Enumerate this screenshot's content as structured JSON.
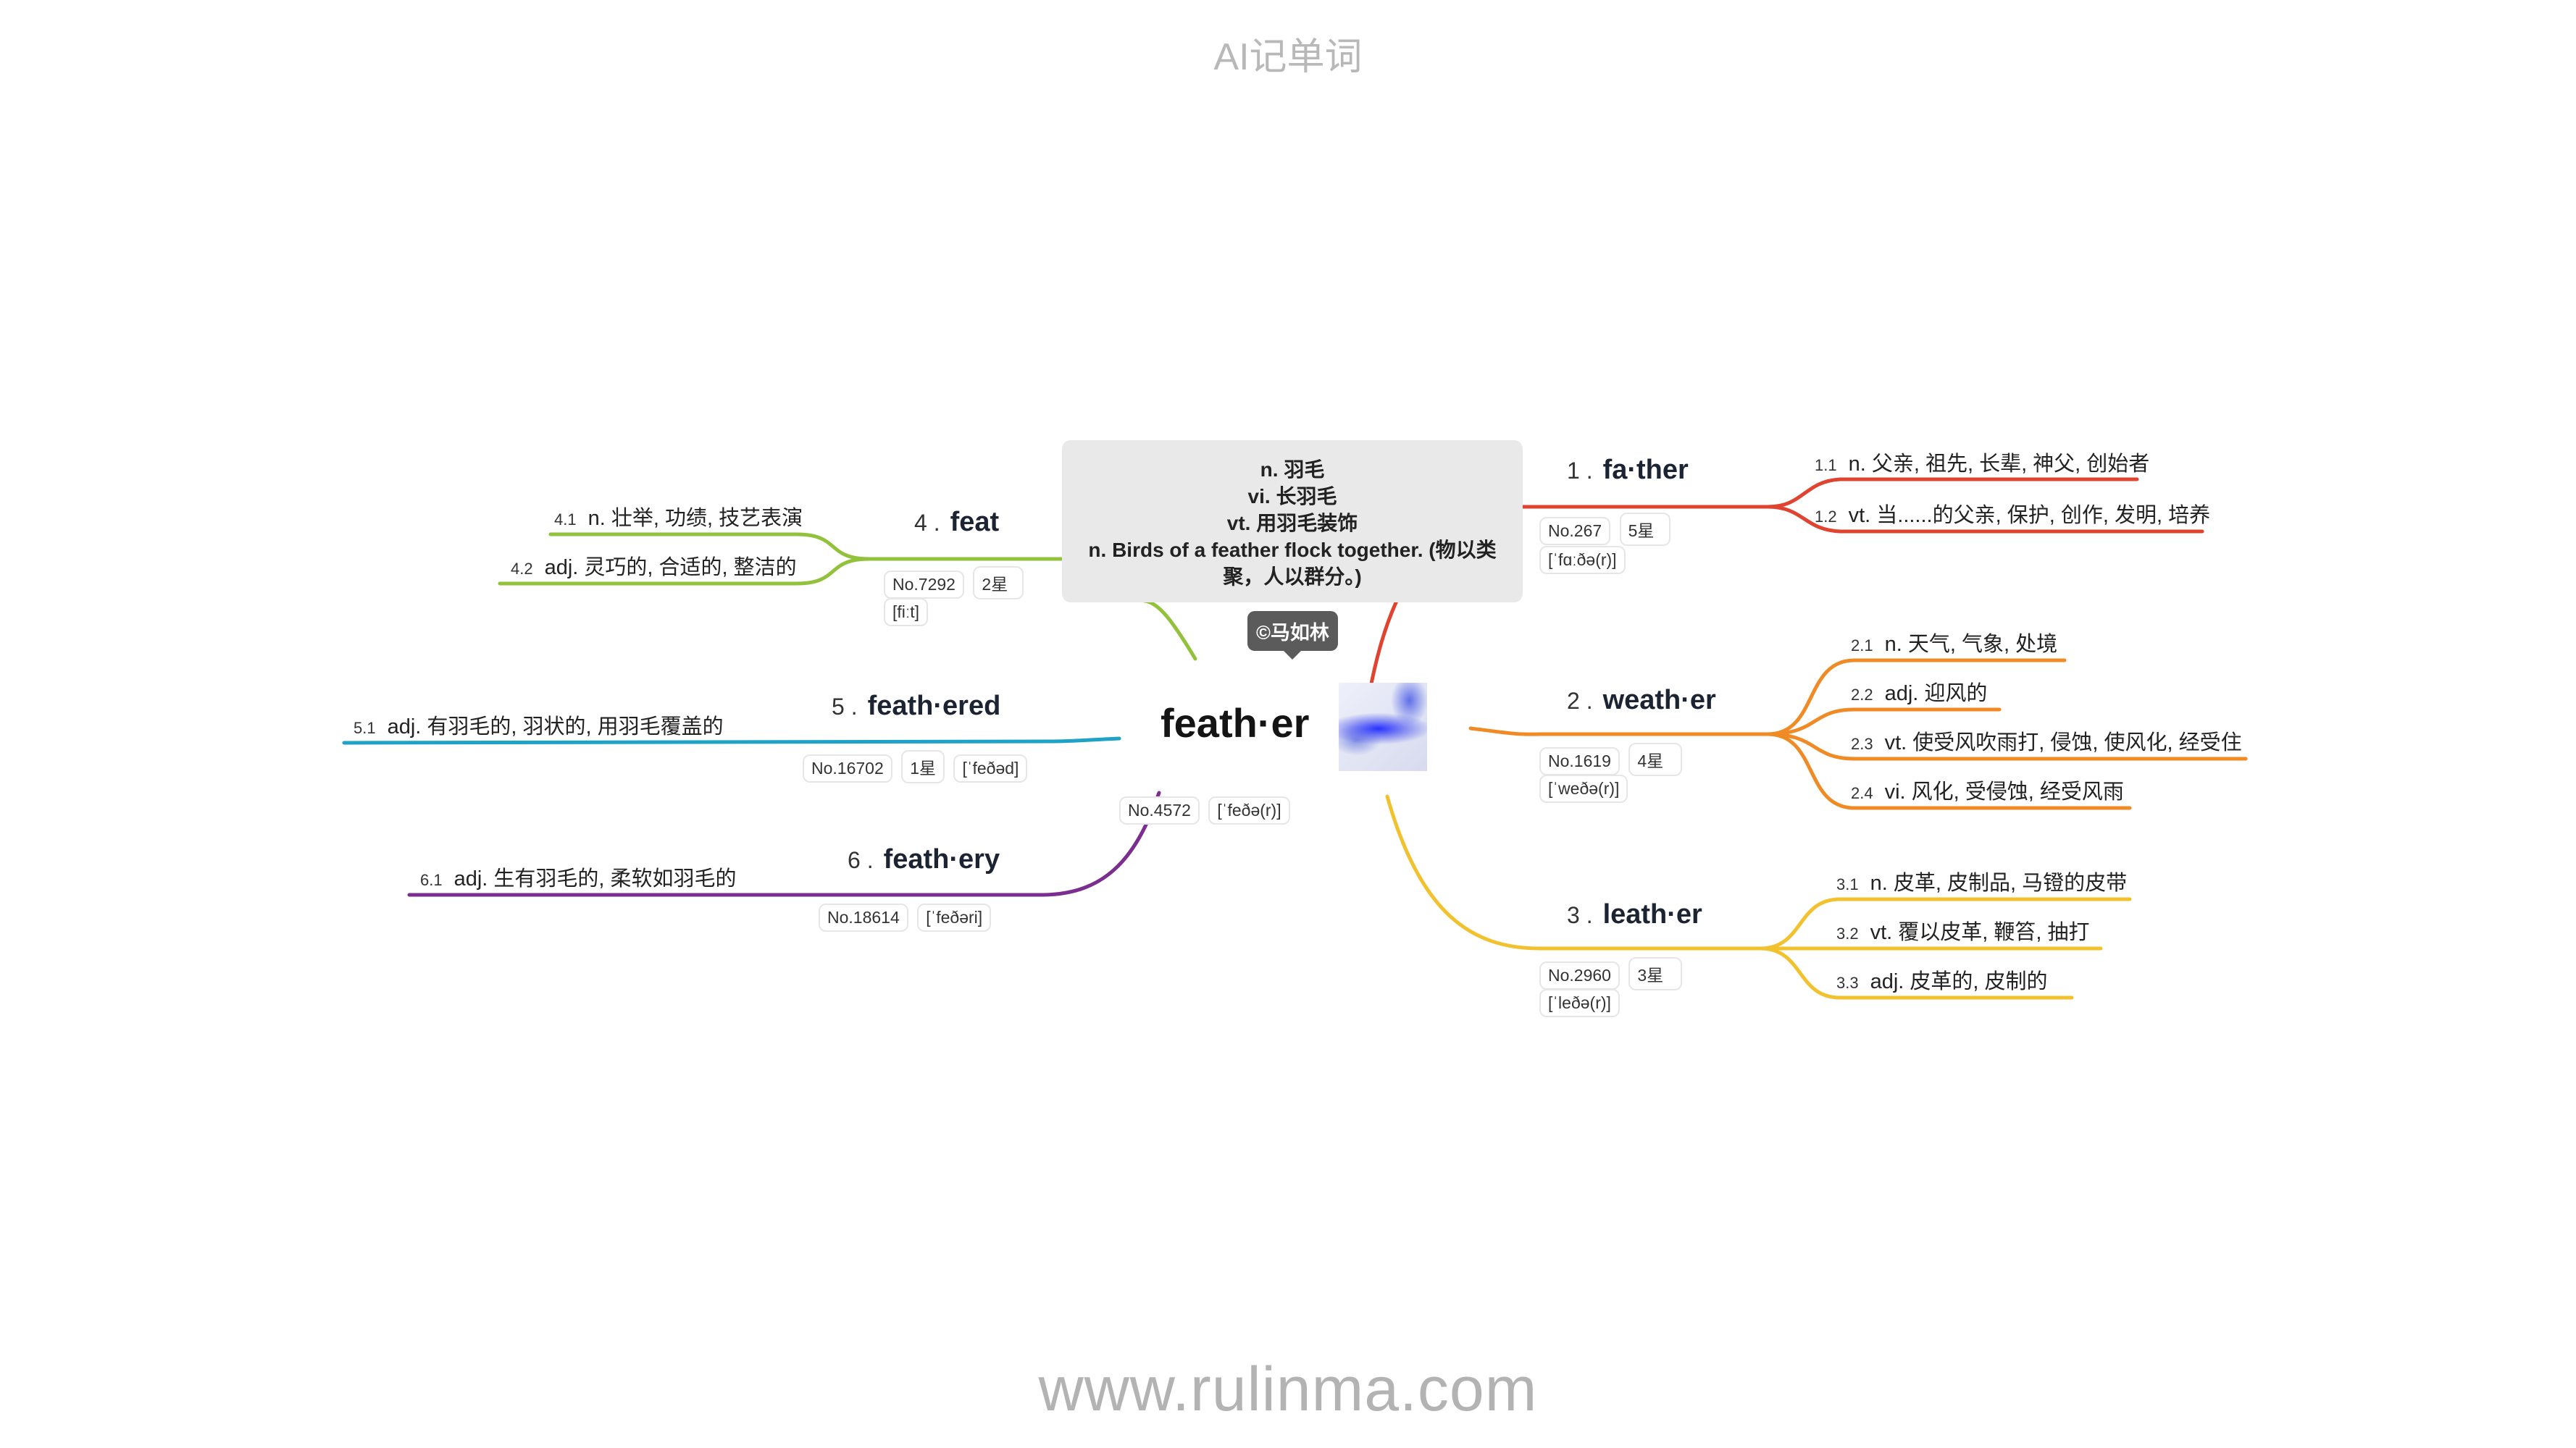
{
  "header": {
    "title": "AI记单词"
  },
  "footer": {
    "url": "www.rulinma.com"
  },
  "central": {
    "word": "feath·er",
    "no": "No.4572",
    "phonetic": "[ˈfeðə(r)]",
    "definitions": [
      "n. 羽毛",
      "vi. 长羽毛",
      "vt. 用羽毛装饰",
      "n. Birds of a feather flock together. (物以类聚，人以群分。)"
    ],
    "copyright": "©马如林"
  },
  "colors": {
    "branch1": "#e0432f",
    "branch2": "#f08a24",
    "branch3": "#f2c12e",
    "branch4": "#92c13c",
    "branch5": "#1ea2c6",
    "branch6": "#7b2e8f"
  },
  "branches": [
    {
      "num": "1 .",
      "word": "fa·ther",
      "no": "No.267",
      "stars": "5星",
      "phonetic": "[ˈfɑːðə(r)]",
      "senses": [
        {
          "num": "1.1",
          "text": "n. 父亲, 祖先, 长辈, 神父, 创始者"
        },
        {
          "num": "1.2",
          "text": "vt. 当......的父亲, 保护, 创作, 发明, 培养"
        }
      ]
    },
    {
      "num": "2 .",
      "word": "weath·er",
      "no": "No.1619",
      "stars": "4星",
      "phonetic": "[ˈweðə(r)]",
      "senses": [
        {
          "num": "2.1",
          "text": "n. 天气, 气象, 处境"
        },
        {
          "num": "2.2",
          "text": "adj. 迎风的"
        },
        {
          "num": "2.3",
          "text": "vt. 使受风吹雨打, 侵蚀, 使风化, 经受住"
        },
        {
          "num": "2.4",
          "text": "vi. 风化, 受侵蚀, 经受风雨"
        }
      ]
    },
    {
      "num": "3 .",
      "word": "leath·er",
      "no": "No.2960",
      "stars": "3星",
      "phonetic": "[ˈleðə(r)]",
      "senses": [
        {
          "num": "3.1",
          "text": "n. 皮革, 皮制品, 马镫的皮带"
        },
        {
          "num": "3.2",
          "text": "vt. 覆以皮革, 鞭笞, 抽打"
        },
        {
          "num": "3.3",
          "text": "adj. 皮革的, 皮制的"
        }
      ]
    },
    {
      "num": "4 .",
      "word": "feat",
      "no": "No.7292",
      "stars": "2星",
      "phonetic": "[fiːt]",
      "senses": [
        {
          "num": "4.1",
          "text": "n. 壮举, 功绩, 技艺表演"
        },
        {
          "num": "4.2",
          "text": "adj. 灵巧的, 合适的, 整洁的"
        }
      ]
    },
    {
      "num": "5 .",
      "word": "feath·ered",
      "no": "No.16702",
      "stars": "1星",
      "phonetic": "[ˈfeðəd]",
      "senses": [
        {
          "num": "5.1",
          "text": "adj. 有羽毛的, 羽状的, 用羽毛覆盖的"
        }
      ]
    },
    {
      "num": "6 .",
      "word": "feath·ery",
      "no": "No.18614",
      "phonetic": "[ˈfeðəri]",
      "senses": [
        {
          "num": "6.1",
          "text": "adj. 生有羽毛的, 柔软如羽毛的"
        }
      ]
    }
  ]
}
